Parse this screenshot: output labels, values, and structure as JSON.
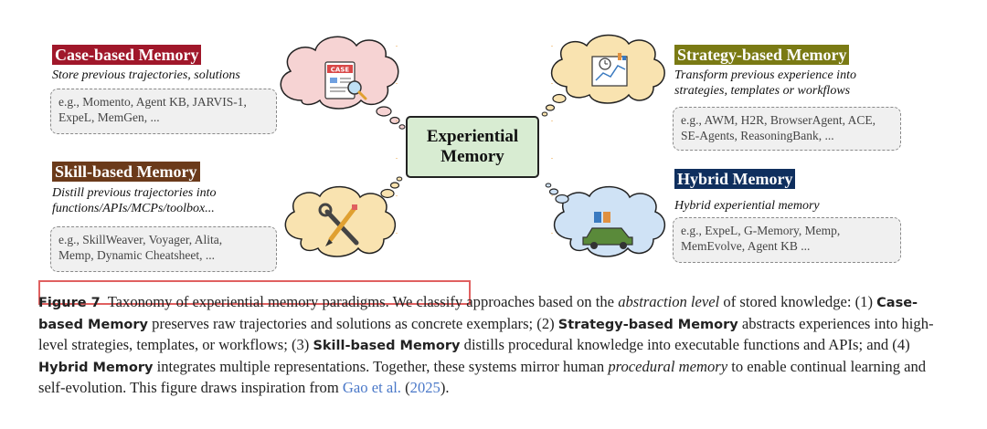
{
  "figure": {
    "center": {
      "line1": "Experiential",
      "line2": "Memory"
    },
    "case": {
      "title": "Case-based Memory",
      "subtitle": "Store previous trajectories, solutions",
      "examples_line1": "e.g., Momento, Agent KB, JARVIS-1,",
      "examples_line2": "ExpeL, MemGen, ...",
      "icon_text": "CASE",
      "color": "#a0172a"
    },
    "skill": {
      "title": "Skill-based Memory",
      "subtitle_line1": "Distill previous trajectories into",
      "subtitle_line2": "functions/APIs/MCPs/toolbox...",
      "examples_line1": "e.g., SkillWeaver, Voyager, Alita,",
      "examples_line2": "Memp, Dynamic Cheatsheet, ...",
      "color": "#6b3a1a"
    },
    "strategy": {
      "title": "Strategy-based Memory",
      "subtitle_line1": "Transform previous experience into",
      "subtitle_line2": "strategies, templates or workflows",
      "examples_line1": "e.g., AWM, H2R, BrowserAgent, ACE,",
      "examples_line2": "SE-Agents, ReasoningBank, ...",
      "color": "#7a7a14"
    },
    "hybrid": {
      "title": "Hybrid Memory",
      "subtitle": "Hybrid experiential memory",
      "examples_line1": "e.g., ExpeL, G-Memory, Memp,",
      "examples_line2": "MemEvolve, Agent KB ...",
      "color": "#0f2f5e"
    }
  },
  "caption": {
    "label": "Figure 7",
    "title": "Taxonomy of experiential memory paradigms.",
    "p1": "We classify approaches based on the",
    "p1_italic": "abstraction level",
    "p1b": "of stored knowledge: (1)",
    "case_bold": "Case-based Memory",
    "p2": "preserves raw trajectories and solutions as concrete exemplars; (2)",
    "strategy_bold": "Strategy-based Memory",
    "p3": "abstracts experiences into high-level strategies, templates, or workflows; (3)",
    "skill_bold": "Skill-based Memory",
    "p4": "distills procedural knowledge into executable functions and APIs; and (4)",
    "hybrid_bold": "Hybrid Memory",
    "p5": "integrates multiple representations. Together, these systems mirror human",
    "p5_italic": "procedural memory",
    "p6": "to enable continual learning and self-evolution. This figure draws inspiration from",
    "cite_author": "Gao et al.",
    "cite_year": "2025",
    "p7": ")."
  }
}
